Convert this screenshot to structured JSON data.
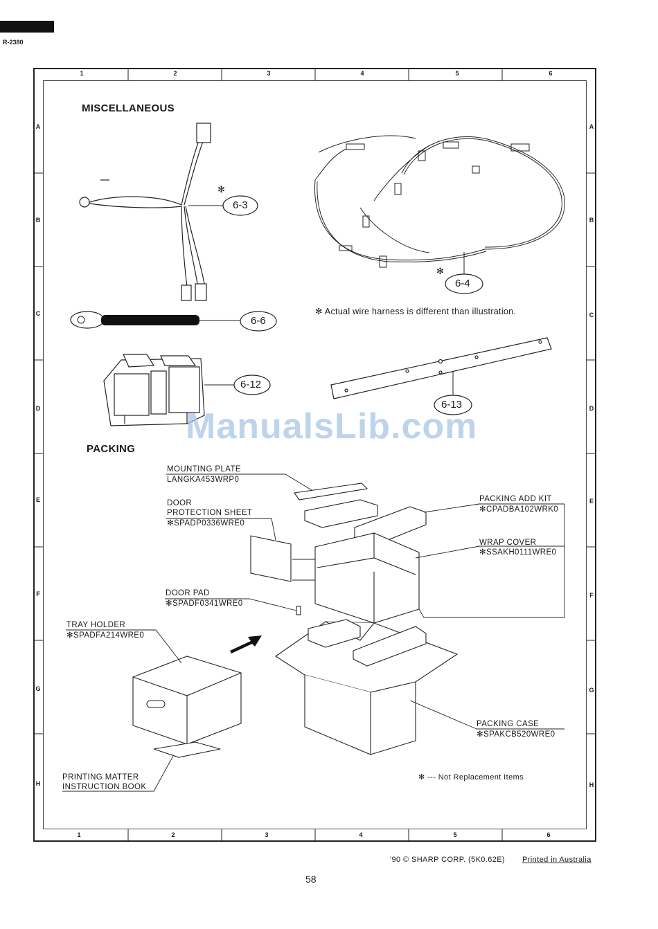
{
  "header": {
    "model": "R-2380"
  },
  "grid": {
    "columns": [
      "1",
      "2",
      "3",
      "4",
      "5",
      "6"
    ],
    "rows": [
      "A",
      "B",
      "C",
      "D",
      "E",
      "F",
      "G",
      "H"
    ]
  },
  "sections": {
    "misc": "MISCELLANEOUS",
    "packing": "PACKING"
  },
  "callouts": {
    "c63": "6-3",
    "c64": "6-4",
    "c66": "6-6",
    "c612": "6-12",
    "c613": "6-13",
    "asterisk": "✻"
  },
  "harness_note": "✻ Actual wire harness is different than illustration.",
  "parts": {
    "mounting_plate": {
      "name": "MOUNTING PLATE",
      "code": "LANGKA453WRP0"
    },
    "door_protection": {
      "name1": "DOOR",
      "name2": "PROTECTION SHEET",
      "code": "✻SPADP0336WRE0"
    },
    "door_pad": {
      "name": "DOOR PAD",
      "code": "✻SPADF0341WRE0"
    },
    "tray_holder": {
      "name": "TRAY HOLDER",
      "code": "✻SPADFA214WRE0"
    },
    "packing_add_kit": {
      "name": "PACKING ADD KIT",
      "code": "✻CPADBA102WRK0"
    },
    "wrap_cover": {
      "name": "WRAP COVER",
      "code": "✻SSAKH0111WRE0"
    },
    "packing_case": {
      "name": "PACKING CASE",
      "code": "✻SPAKCB520WRE0"
    },
    "printing_matter": {
      "name1": "PRINTING MATTER",
      "name2": "INSTRUCTION BOOK"
    }
  },
  "legend_note": "✻ --- Not Replacement Items",
  "watermark": "ManualsLib.com",
  "footer": {
    "copyright": "'90 © SHARP CORP. (5K0.62E)",
    "printed": "Printed in Australia",
    "page": "58"
  }
}
